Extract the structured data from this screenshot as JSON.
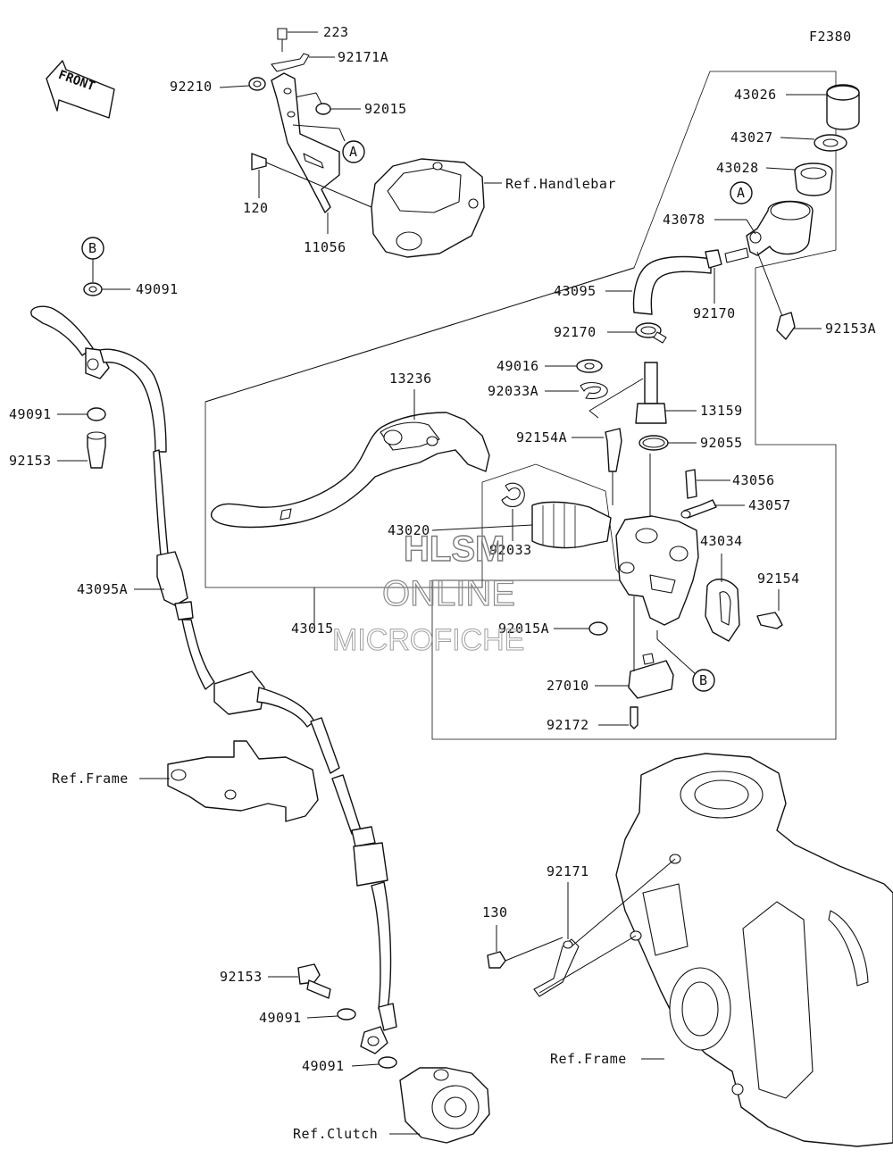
{
  "figure_code": "F2380",
  "front_label": "FRONT",
  "watermark": {
    "line1": "HLSM",
    "line2": "ONLINE",
    "line3": "MICROFICHE"
  },
  "callouts": {
    "A": "A",
    "B": "B"
  },
  "labels": {
    "p223": "223",
    "p92171A": "92171A",
    "p92210": "92210",
    "p92015": "92015",
    "p120": "120",
    "p11056": "11056",
    "ref_handlebar": "Ref.Handlebar",
    "p43026": "43026",
    "p43027": "43027",
    "p43028": "43028",
    "p43078": "43078",
    "p43095": "43095",
    "p92170a": "92170",
    "p92170b": "92170",
    "p92153A": "92153A",
    "p49016": "49016",
    "p92033A": "92033A",
    "p13159": "13159",
    "p13236": "13236",
    "p92154A": "92154A",
    "p92055": "92055",
    "p43056": "43056",
    "p43057": "43057",
    "p43020": "43020",
    "p92033": "92033",
    "p43034": "43034",
    "p92154": "92154",
    "p43015": "43015",
    "p92015A": "92015A",
    "p27010": "27010",
    "p92172": "92172",
    "p49091a": "49091",
    "p49091b": "49091",
    "p92153a": "92153",
    "p43095A": "43095A",
    "ref_frame1": "Ref.Frame",
    "p92171": "92171",
    "p130": "130",
    "ref_frame2": "Ref.Frame",
    "p92153b": "92153",
    "p49091c": "49091",
    "p49091d": "49091",
    "ref_clutch": "Ref.Clutch"
  }
}
